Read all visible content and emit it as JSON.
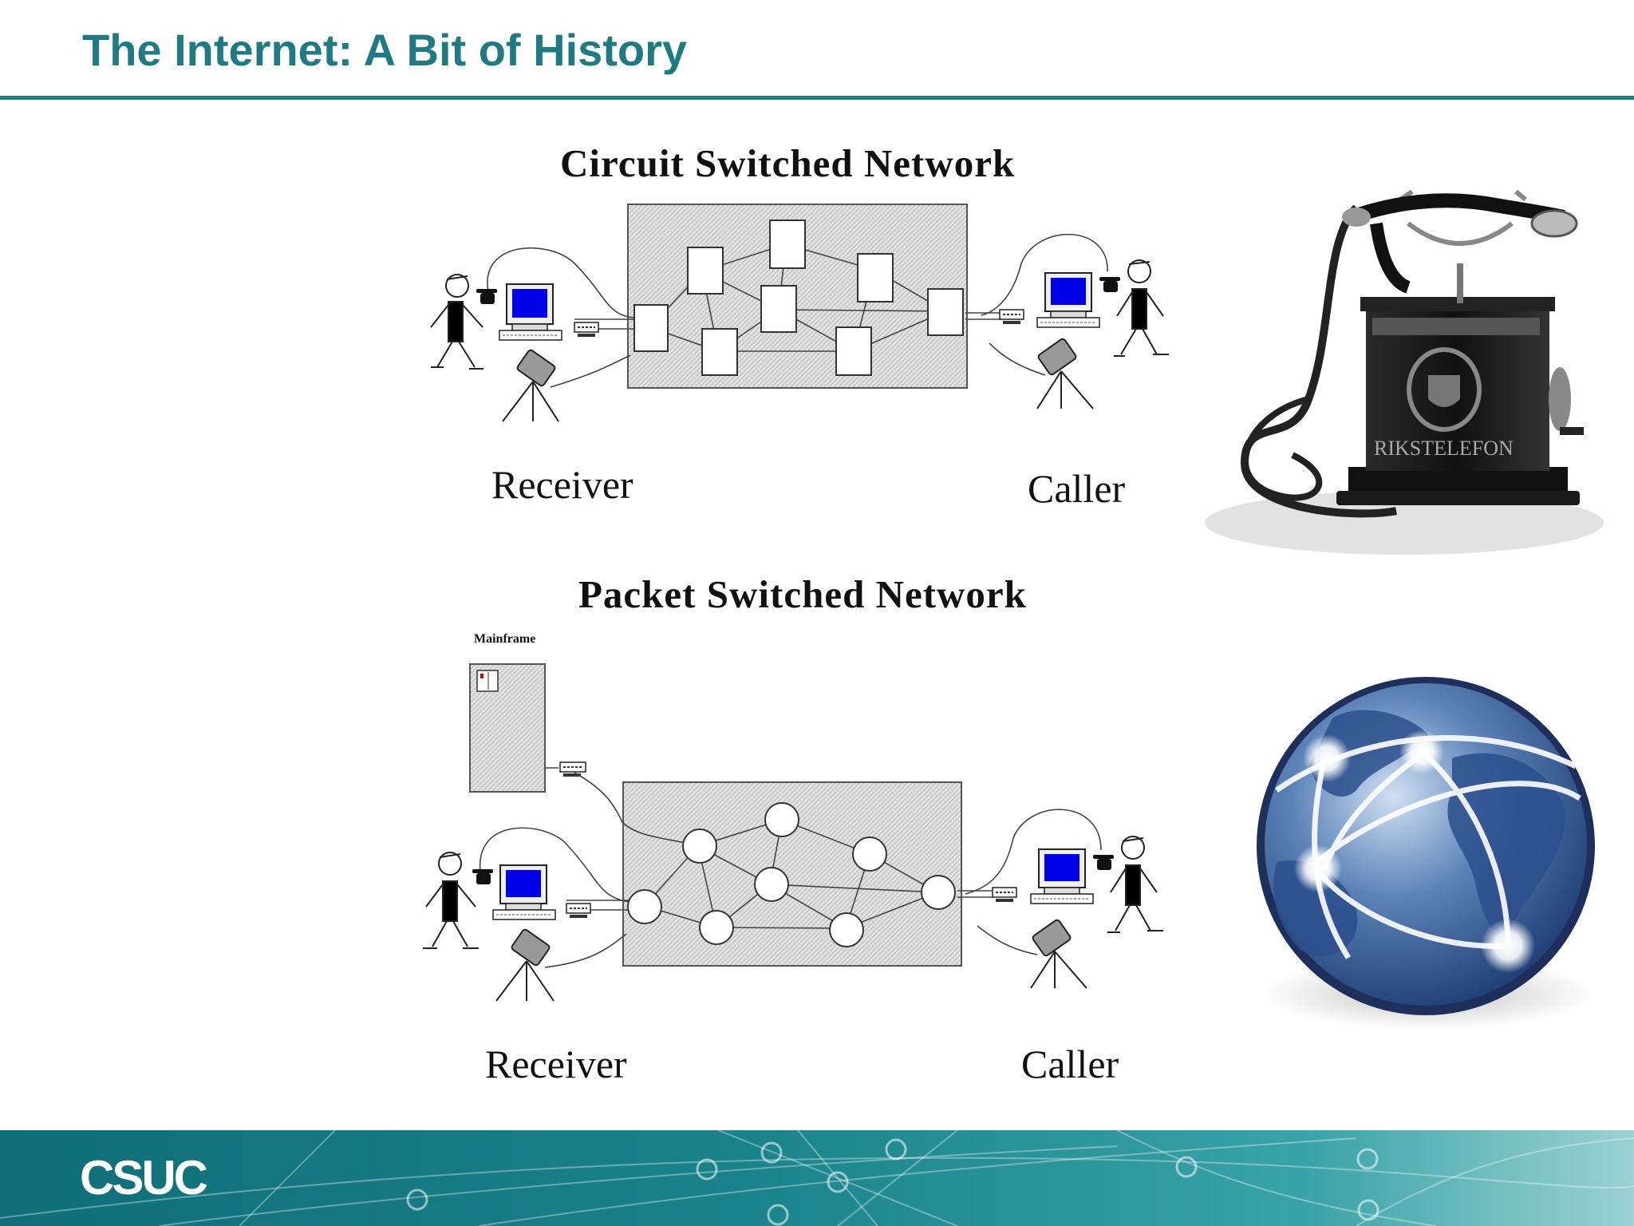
{
  "slide": {
    "title": "The Internet: A Bit of History"
  },
  "circuit_diagram": {
    "title": "Circuit Switched Network",
    "receiver_label": "Receiver",
    "caller_label": "Caller"
  },
  "packet_diagram": {
    "title": "Packet Switched Network",
    "mainframe_label": "Mainframe",
    "receiver_label": "Receiver",
    "caller_label": "Caller"
  },
  "telephone": {
    "brand_text": "RIKSTELEFON"
  },
  "footer": {
    "logo_text": "CSUC"
  },
  "colors": {
    "accent": "#1f7a82",
    "footer_dark": "#0f6e78",
    "footer_light": "#9bd2d1",
    "monitor_screen": "#0000e6"
  }
}
